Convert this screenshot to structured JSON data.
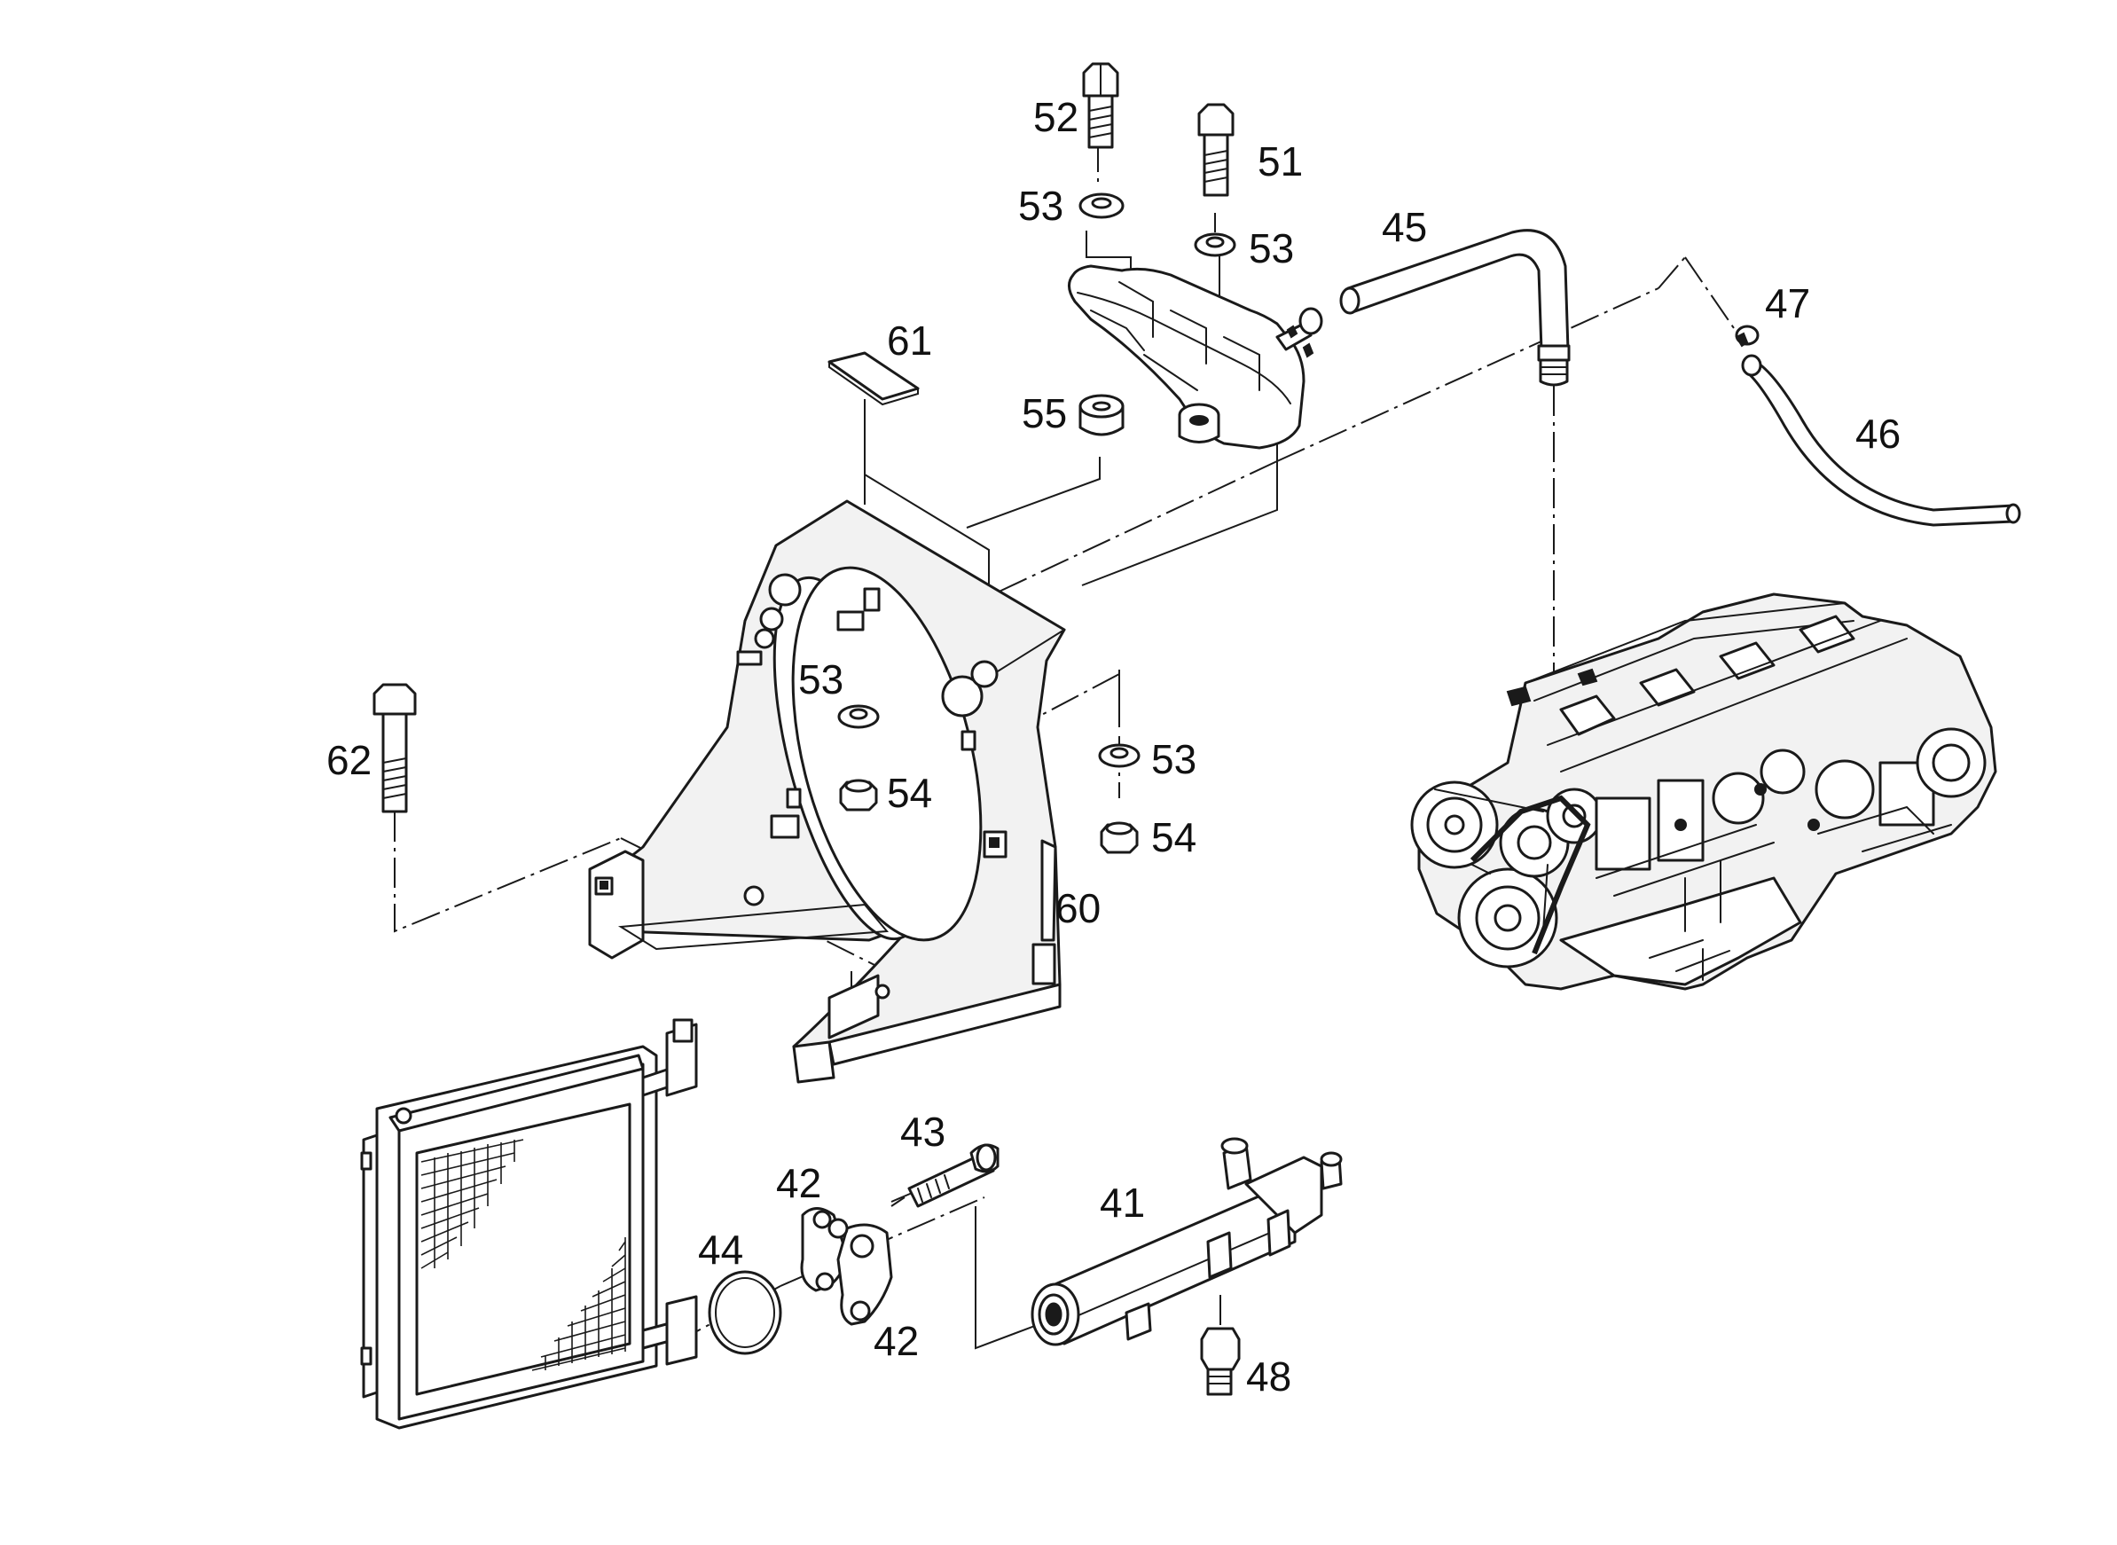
{
  "callouts": {
    "c41": "41",
    "c42a": "42",
    "c42b": "42",
    "c43": "43",
    "c44": "44",
    "c45": "45",
    "c46": "46",
    "c47": "47",
    "c48": "48",
    "c51": "51",
    "c52": "52",
    "c53a": "53",
    "c53b": "53",
    "c53c": "53",
    "c53d": "53",
    "c54a": "54",
    "c54b": "54",
    "c55": "55",
    "c60": "60",
    "c61": "61",
    "c62": "62"
  }
}
